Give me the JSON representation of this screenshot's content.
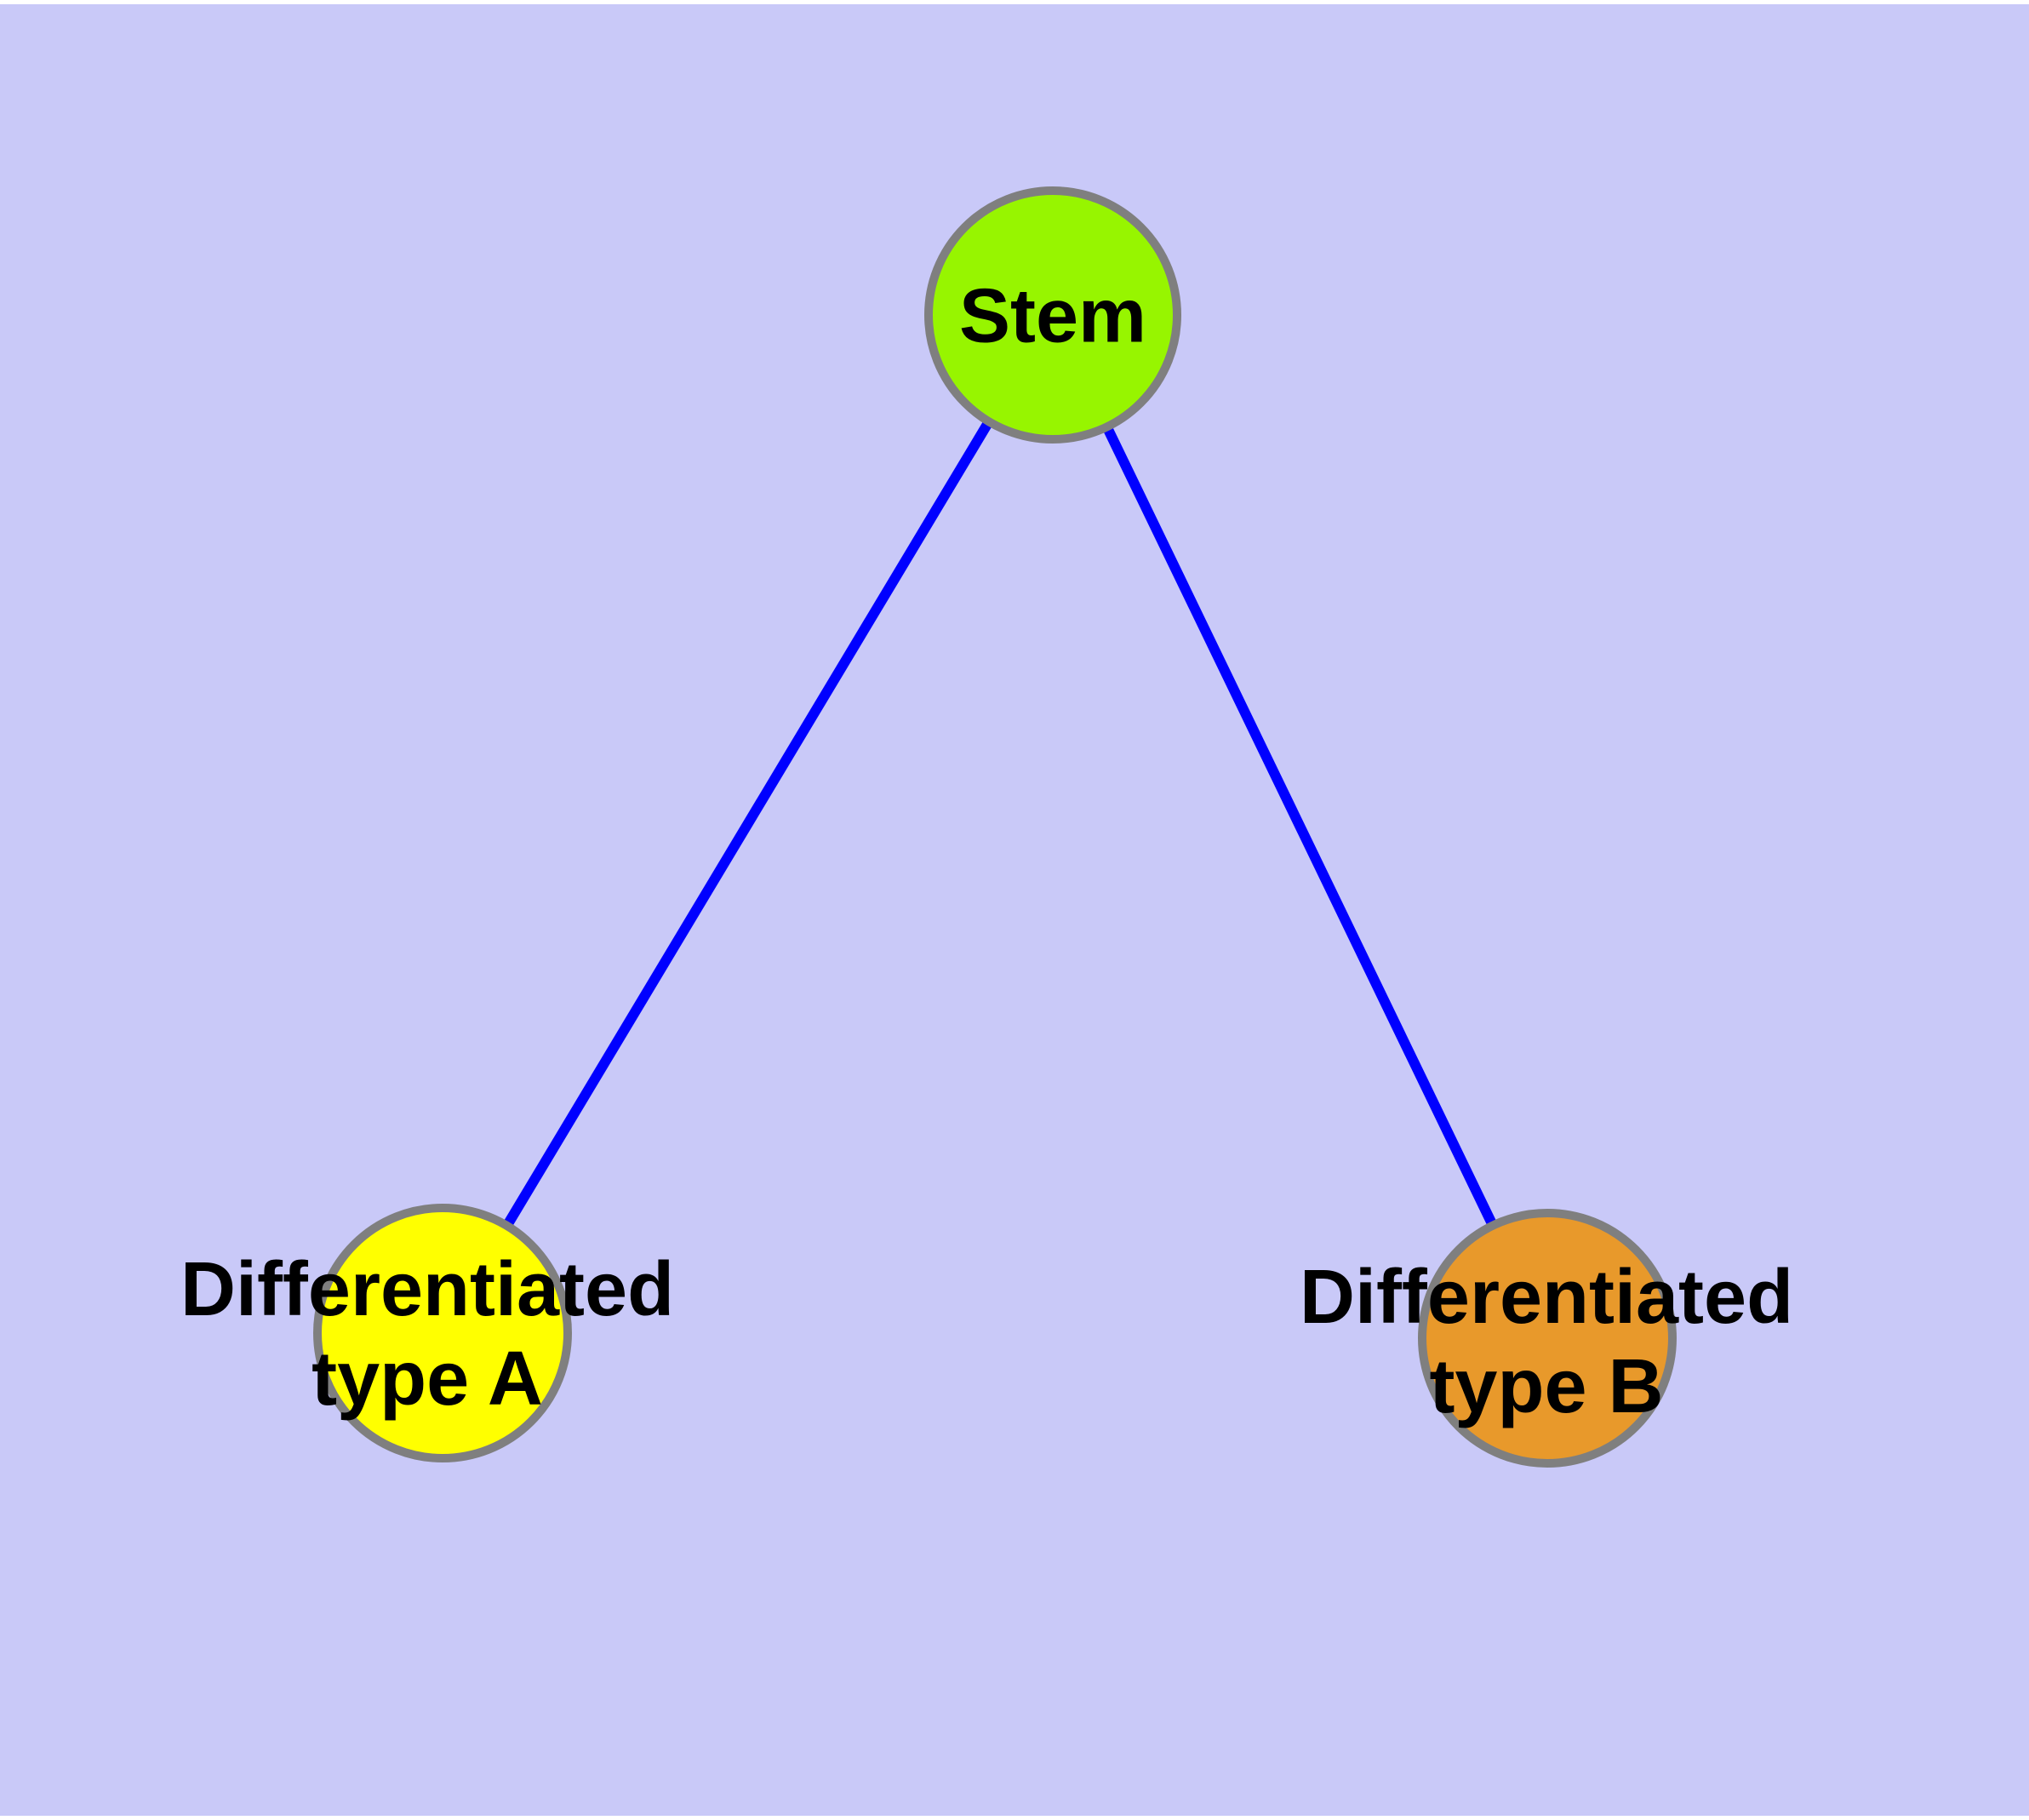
{
  "diagram": {
    "background_color": "#C9C9F8",
    "page_margin_color": "#FFFFFF",
    "edge_color": "#0000FF",
    "node_border_color": "#7F7F7F",
    "label_color": "#000000",
    "nodes": [
      {
        "id": "stem",
        "label_lines": [
          "Stem"
        ],
        "fill": "#97F500"
      },
      {
        "id": "differentiated-type-a",
        "label_lines": [
          "Differentiated",
          "type A"
        ],
        "fill": "#FFFF00"
      },
      {
        "id": "differentiated-type-b",
        "label_lines": [
          "Differentiated",
          "type B"
        ],
        "fill": "#E8992B"
      }
    ],
    "edges": [
      {
        "from": "stem",
        "to": "differentiated-type-a"
      },
      {
        "from": "stem",
        "to": "differentiated-type-b"
      }
    ]
  }
}
